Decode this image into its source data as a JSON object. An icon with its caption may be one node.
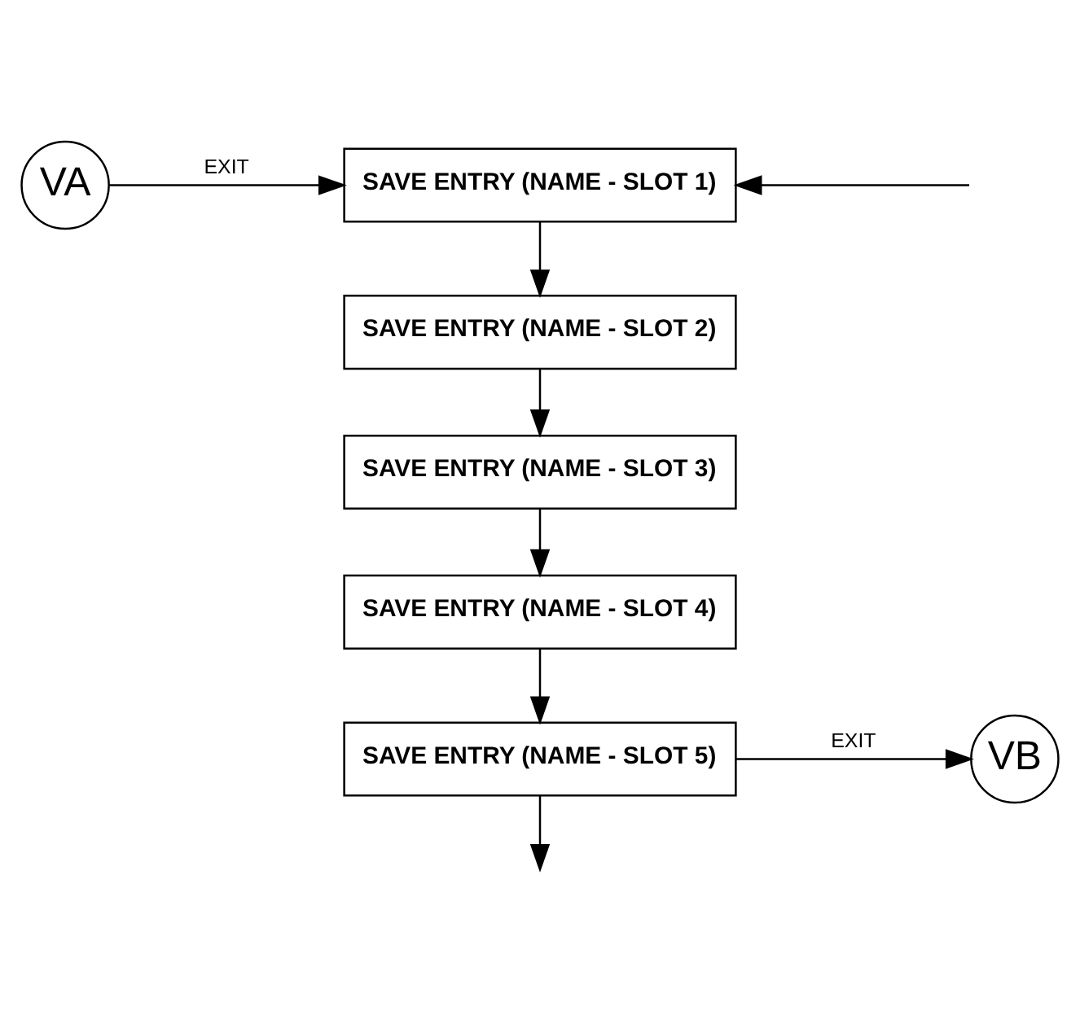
{
  "diagram": {
    "nodes": [
      {
        "text": [
          "VA"
        ]
      },
      {
        "text": [
          "SAVE ENTRY (NAME - SLOT 1)"
        ]
      },
      {
        "text": [
          "SAVE ENTRY (NAME - SLOT 2)"
        ]
      },
      {
        "text": [
          "SAVE ENTRY (NAME - SLOT 3)"
        ]
      },
      {
        "text": [
          "SAVE ENTRY (NAME - SLOT 4)"
        ]
      },
      {
        "text": [
          "SAVE ENTRY (NAME - SLOT 5)"
        ]
      },
      {
        "text": [
          "VB"
        ]
      }
    ],
    "edges": [
      {
        "from": 0,
        "to": 1,
        "arrow": "to",
        "label": "EXIT"
      },
      {
        "from": null,
        "to": 1,
        "arrow": "to"
      },
      {
        "from": 1,
        "to": 2,
        "arrow": "to"
      },
      {
        "from": 2,
        "to": 3,
        "arrow": "to"
      },
      {
        "from": 3,
        "to": 4,
        "arrow": "to"
      },
      {
        "from": 4,
        "to": 5,
        "arrow": "to"
      },
      {
        "from": 5,
        "to": 6,
        "arrow": "to",
        "label": "EXIT"
      },
      {
        "from": 5,
        "to": null,
        "arrow": "to"
      }
    ]
  }
}
